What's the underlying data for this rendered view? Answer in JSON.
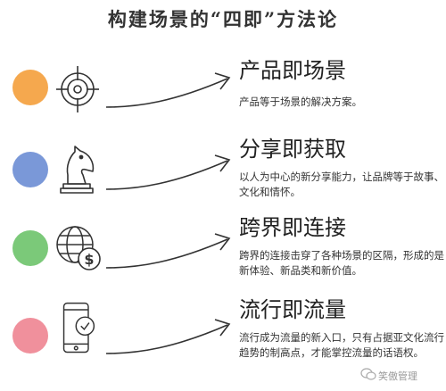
{
  "title": "构建场景的“四即”方法论",
  "items": [
    {
      "heading": "产品即场景",
      "description": "产品等于场景的解决方案。",
      "dot_color": "#F5A84E",
      "icon": "target-crosshair-icon"
    },
    {
      "heading": "分享即获取",
      "description": "以人为中心的新分享能力，让品牌等于故事、文化和情怀。",
      "dot_color": "#7A98D8",
      "icon": "chess-knight-icon"
    },
    {
      "heading": "跨界即连接",
      "description": "跨界的连接击穿了各种场景的区隔，形成的是新体验、新品类和新价值。",
      "dot_color": "#7BC979",
      "icon": "globe-dollar-icon"
    },
    {
      "heading": "流行即流量",
      "description": "流行成为流量的新入口，只有占据亚文化流行趋势的制高点，才能掌控流量的话语权。",
      "dot_color": "#F0909C",
      "icon": "smartphone-check-icon"
    }
  ],
  "watermark": "笑傲管理"
}
